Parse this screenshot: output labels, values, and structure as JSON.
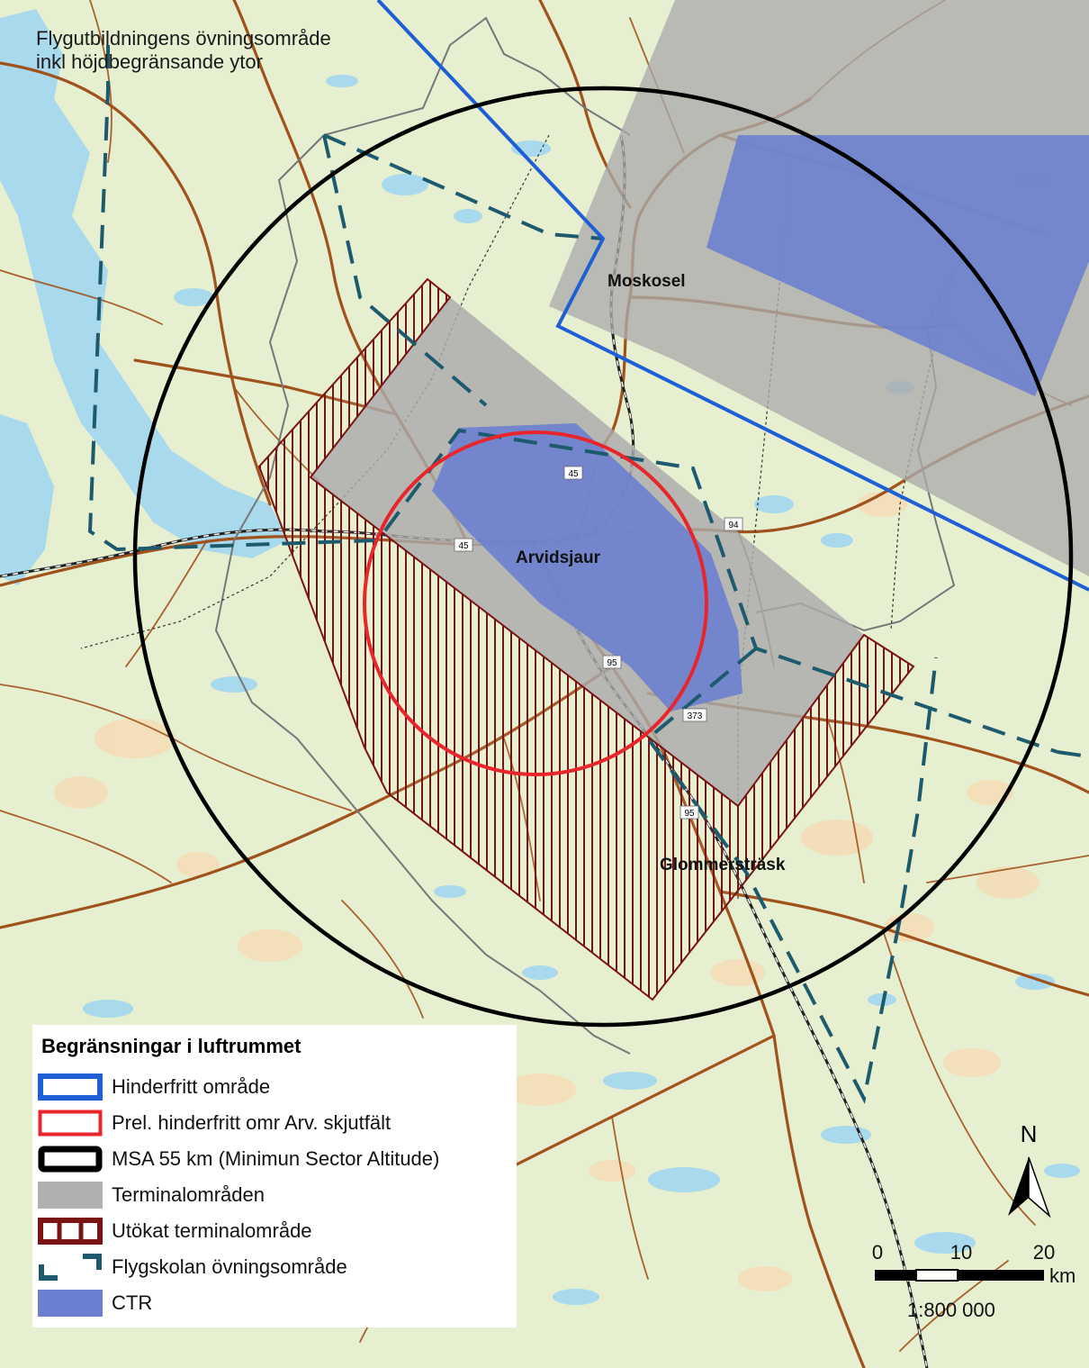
{
  "top_note": {
    "line1": "Flygutbildningens övningsområde",
    "line2": "inkl höjdbegränsande ytor"
  },
  "places": {
    "moskosel": "Moskosel",
    "arvidsjaur": "Arvidsjaur",
    "glommerstrask": "Glommersträsk"
  },
  "road_shields": {
    "r45_north": "45",
    "r45_west": "45",
    "r94": "94",
    "r95_north": "95",
    "r95_south": "95",
    "r373": "373"
  },
  "legend": {
    "title": "Begränsningar i luftrummet",
    "items": [
      {
        "label": "Hinderfritt område",
        "color": "#1f5fd6"
      },
      {
        "label": "Prel. hinderfritt omr Arv. skjutfält",
        "color": "#e8252b"
      },
      {
        "label": "MSA 55 km (Minimun Sector Altitude)",
        "color": "#000000"
      },
      {
        "label": "Terminalområden",
        "color": "#b0b0b0"
      },
      {
        "label": "Utökat terminalområde",
        "color": "#7a1414"
      },
      {
        "label": "Flygskolan övningsområde",
        "color": "#1e5a6e"
      },
      {
        "label": "CTR",
        "color": "#6a7fd0"
      }
    ]
  },
  "north_arrow": {
    "label": "N"
  },
  "scale_bar": {
    "ticks": [
      "0",
      "10",
      "20"
    ],
    "unit": "km",
    "ratio": "1:800 000"
  },
  "colors": {
    "background": "#e6efcf",
    "water": "#a8d9ec",
    "roads": "#a0521d"
  }
}
